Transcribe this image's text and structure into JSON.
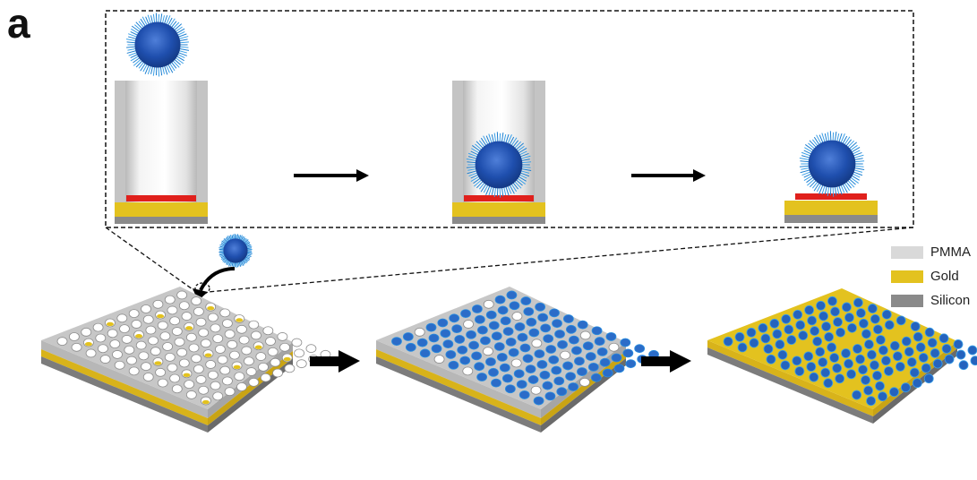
{
  "panel_label": "a",
  "legend": [
    {
      "label": "PMMA",
      "color": "#d9d9d9"
    },
    {
      "label": "Gold",
      "color": "#e3c21f"
    },
    {
      "label": "Silicon",
      "color": "#8a8a8a"
    }
  ],
  "colors": {
    "pmma": "#c9c9c9",
    "gold": "#e3c21f",
    "silicon": "#8a8a8a",
    "linker": "#e0201c",
    "particle": "#1f5fb8",
    "arrow": "#000000"
  },
  "boards": [
    {
      "state": "pmma-with-holes-mostly-empty"
    },
    {
      "state": "pmma-with-holes-mostly-filled"
    },
    {
      "state": "gold-with-particles"
    }
  ]
}
